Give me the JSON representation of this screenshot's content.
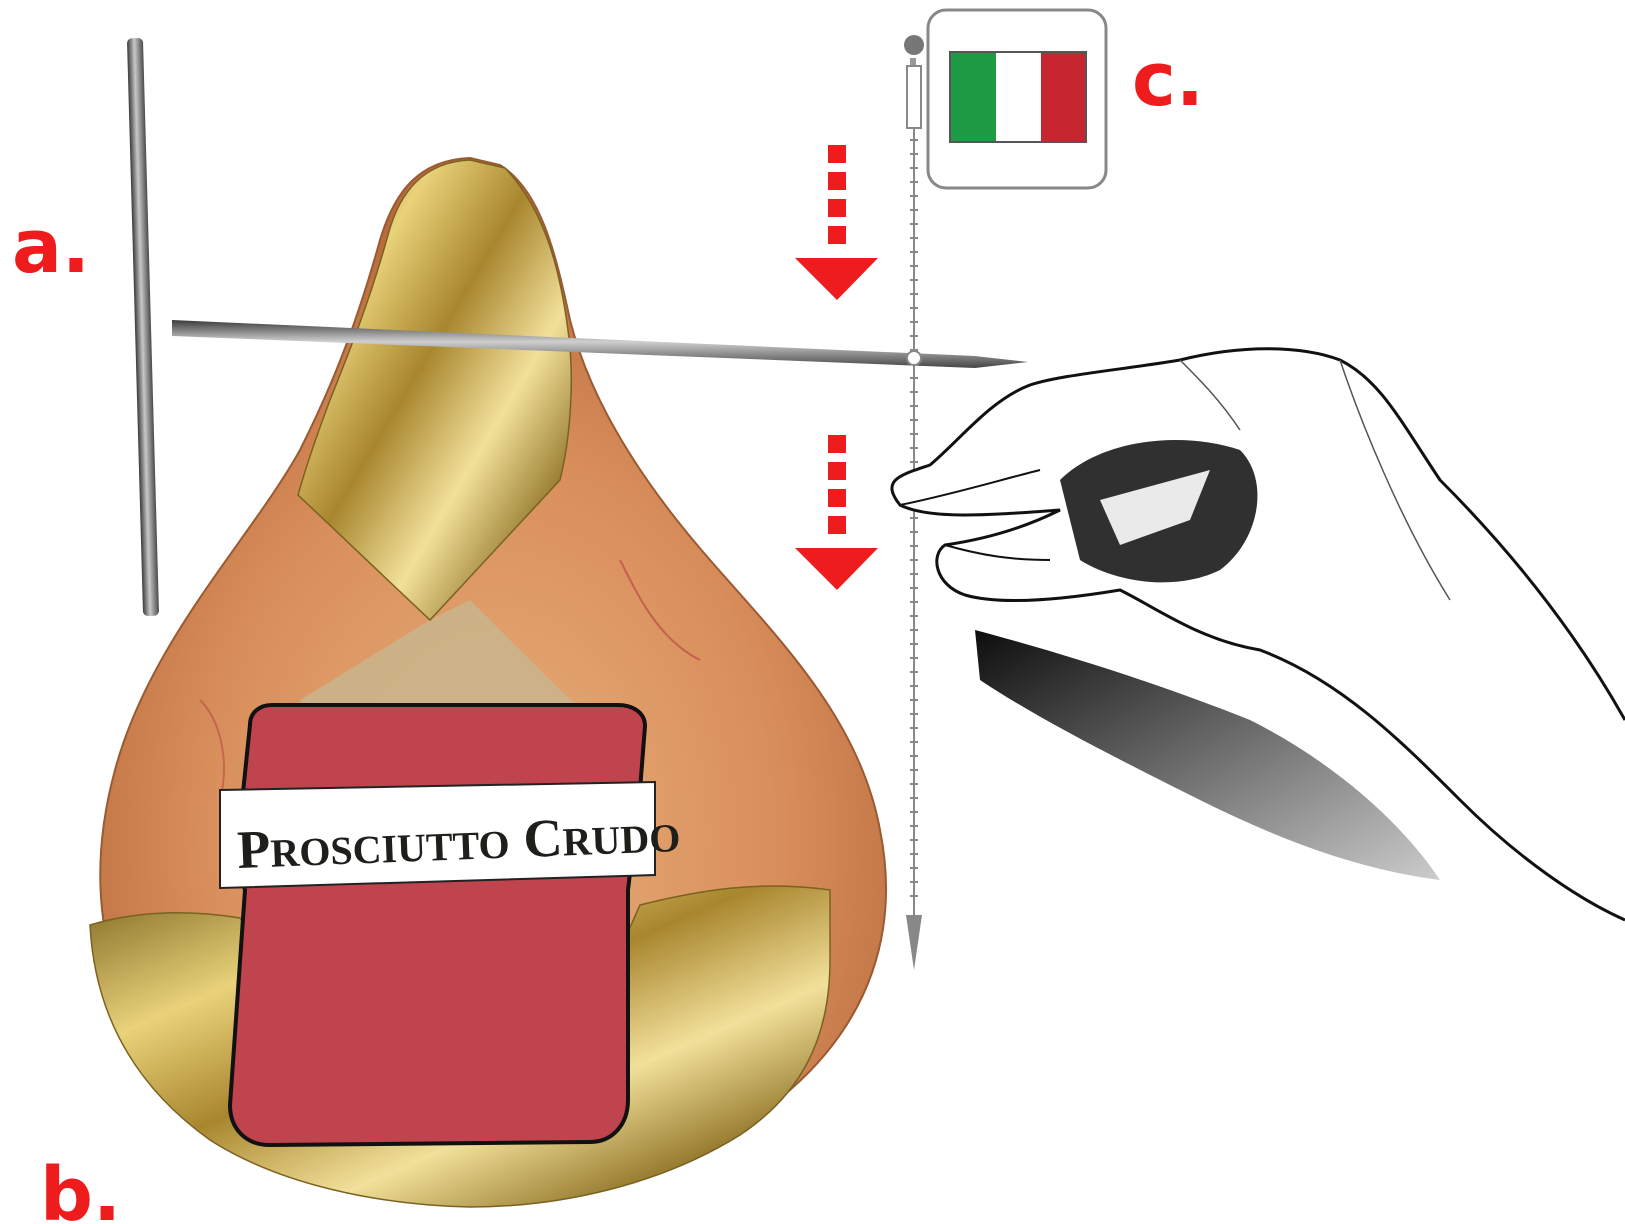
{
  "panels": {
    "a": "a.",
    "b": "b.",
    "c": "c."
  },
  "ham_label": {
    "big_p": "P",
    "rest_1": "ROSCIUTTO",
    "big_c": "C",
    "rest_2": "RUDO"
  },
  "colors": {
    "label_red": "#c0444d",
    "panel_red": "#ee1c1c",
    "arrow_red": "#ee1c1c",
    "gold": "#c9a94a",
    "flag_green": "#1f9a45",
    "flag_white": "#ffffff",
    "flag_red": "#c8262f"
  },
  "icons": {
    "flag": "italian-flag-icon",
    "tag": "tag-icon",
    "arrow": "dashed-down-arrow-icon",
    "hand": "hand-sketch",
    "spike": "t-handle-spike"
  }
}
